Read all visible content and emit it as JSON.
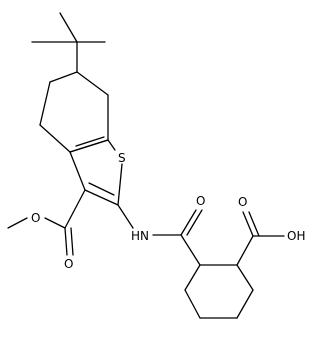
{
  "structure": {
    "colors": {
      "bond": "#000000",
      "label": "#000000",
      "background": "#ffffff"
    },
    "atom_labels": {
      "sulfur": "S",
      "amide_nh": "HN",
      "amide_o": "O",
      "acid_oh": "OH",
      "acid_o": "O",
      "ester_o_ring": "O",
      "ester_o_carbonyl": "O"
    }
  }
}
